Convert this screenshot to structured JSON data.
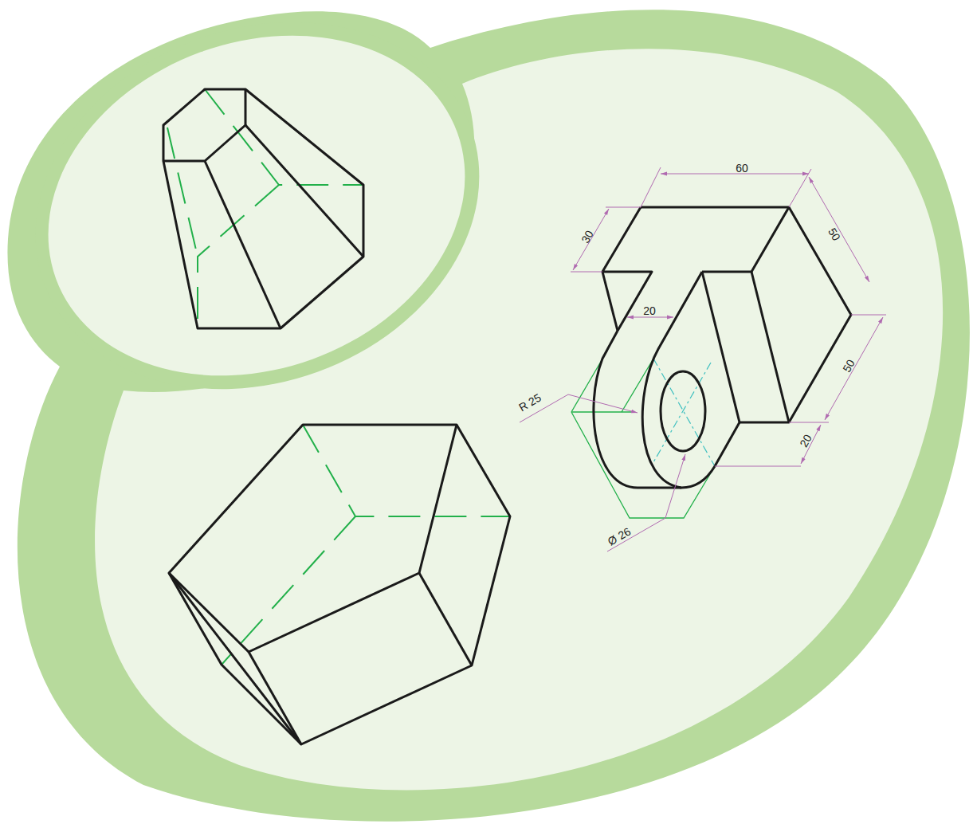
{
  "diagram": {
    "labels": [
      "60",
      "30",
      "50",
      "50",
      "20",
      "20",
      "R 25",
      "Ø 26"
    ]
  }
}
